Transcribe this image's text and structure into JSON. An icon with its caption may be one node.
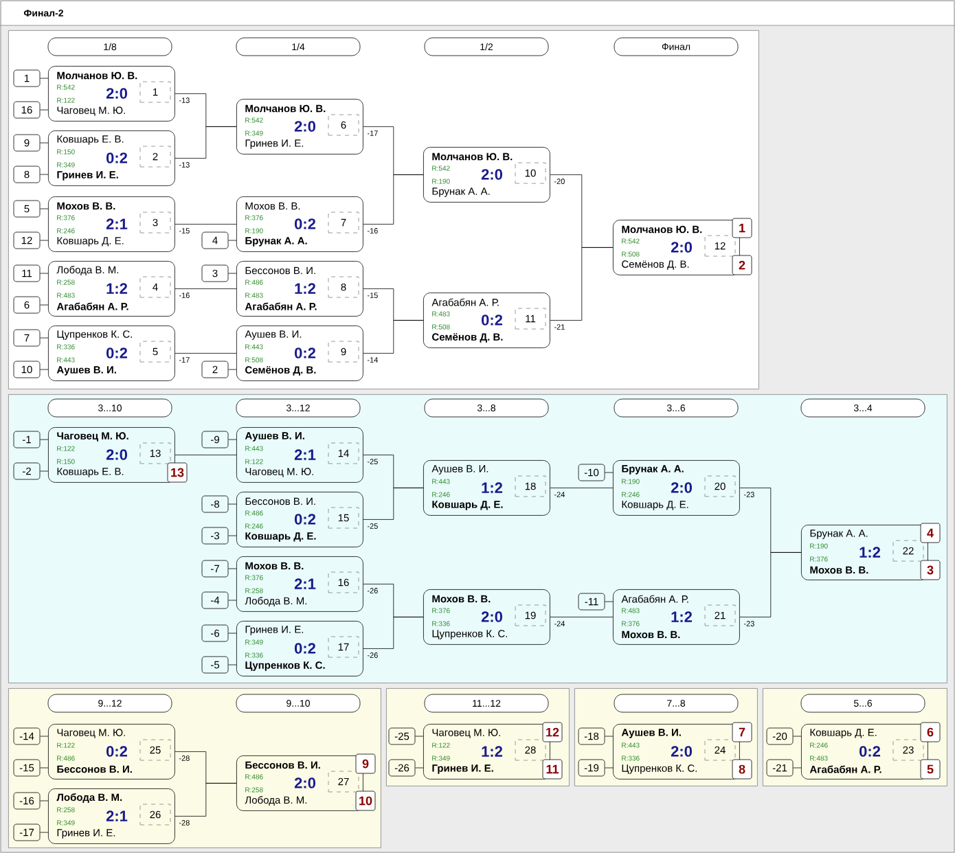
{
  "diagram": {
    "title": "Финал-2",
    "nodes": [
      {
        "text": [],
        "shape": "box"
      },
      {
        "text": [
          "1/8"
        ],
        "in": 0
      },
      {
        "text": [
          "1/4"
        ],
        "in": 0
      },
      {
        "text": [
          "1/2"
        ],
        "in": 0
      },
      {
        "text": [
          "Финал"
        ],
        "in": 0
      },
      {
        "text": [
          "1"
        ],
        "in": 0
      },
      {
        "text": [
          "16"
        ],
        "in": 0
      },
      {
        "text": [
          "Молчанов Ю. В.",
          "R:542",
          "2:0",
          "R:122",
          "Чаговец М. Ю."
        ],
        "in": 0,
        "beside": [
          "-13"
        ]
      },
      {
        "text": [
          "1"
        ],
        "in": 7
      },
      {
        "text": [
          "9"
        ],
        "in": 0
      },
      {
        "text": [
          "8"
        ],
        "in": 0
      },
      {
        "text": [
          "Ковшарь Е. В.",
          "R:150",
          "0:2",
          "R:349",
          "Гринев И. Е."
        ],
        "in": 0,
        "beside": [
          "-13"
        ]
      },
      {
        "text": [
          "2"
        ],
        "in": 11
      },
      {
        "text": [
          "5"
        ],
        "in": 0
      },
      {
        "text": [
          "12"
        ],
        "in": 0
      },
      {
        "text": [
          "Мохов В. В.",
          "R:376",
          "2:1",
          "R:246",
          "Ковшарь Д. Е."
        ],
        "in": 0,
        "beside": [
          "-15"
        ]
      },
      {
        "text": [
          "3"
        ],
        "in": 15
      },
      {
        "text": [
          "11"
        ],
        "in": 0
      },
      {
        "text": [
          "6"
        ],
        "in": 0
      },
      {
        "text": [
          "Лобода В. М.",
          "R:258",
          "1:2",
          "R:483",
          "Агабабян А. Р."
        ],
        "in": 0,
        "beside": [
          "-16"
        ]
      },
      {
        "text": [
          "4"
        ],
        "in": 19
      },
      {
        "text": [
          "7"
        ],
        "in": 0
      },
      {
        "text": [
          "10"
        ],
        "in": 0
      },
      {
        "text": [
          "Цупренков К. С.",
          "R:336",
          "0:2",
          "R:443",
          "Аушев В. И."
        ],
        "in": 0,
        "beside": [
          "-17"
        ]
      },
      {
        "text": [
          "5"
        ],
        "in": 23
      },
      {
        "text": [
          "Молчанов Ю. В.",
          "R:542",
          "2:0",
          "R:349",
          "Гринев И. Е."
        ],
        "in": 0,
        "beside": [
          "-17"
        ]
      },
      {
        "text": [
          "6"
        ],
        "in": 25
      },
      {
        "text": [
          "4"
        ],
        "in": 0
      },
      {
        "text": [
          "Мохов В. В.",
          "R:376",
          "0:2",
          "R:190",
          "Брунак А. А."
        ],
        "in": 0,
        "beside": [
          "-16"
        ]
      },
      {
        "text": [
          "7"
        ],
        "in": 28
      },
      {
        "text": [
          "3"
        ],
        "in": 0
      },
      {
        "text": [
          "Бессонов В. И.",
          "R:486",
          "1:2",
          "R:483",
          "Агабабян А. Р."
        ],
        "in": 0,
        "beside": [
          "-15"
        ]
      },
      {
        "text": [
          "8"
        ],
        "in": 31
      },
      {
        "text": [
          "2"
        ],
        "in": 0
      },
      {
        "text": [
          "Аушев В. И.",
          "R:443",
          "0:2",
          "R:508",
          "Семёнов Д. В."
        ],
        "in": 0,
        "beside": [
          "-14"
        ]
      },
      {
        "text": [
          "9"
        ],
        "in": 34
      },
      {
        "text": [
          "Молчанов Ю. В.",
          "R:542",
          "2:0",
          "R:190",
          "Брунак А. А."
        ],
        "in": 0,
        "beside": [
          "-20"
        ]
      },
      {
        "text": [
          "10"
        ],
        "in": 36
      },
      {
        "text": [
          "Агабабян А. Р.",
          "R:483",
          "0:2",
          "R:508",
          "Семёнов Д. В."
        ],
        "in": 0,
        "beside": [
          "-21"
        ]
      },
      {
        "text": [
          "11"
        ],
        "in": 38
      },
      {
        "text": [
          "Молчанов Ю. В.",
          "R:542",
          "2:0",
          "R:508",
          "Семёнов Д. В."
        ],
        "in": 0
      },
      {
        "text": [
          "12"
        ],
        "in": 40
      },
      {
        "text": [
          "1"
        ],
        "in": 0
      },
      {
        "text": [
          "2"
        ],
        "in": 0
      },
      {
        "text": [],
        "shape": "box"
      },
      {
        "text": [
          "3...10"
        ],
        "in": 44
      },
      {
        "text": [
          "3...12"
        ],
        "in": 44
      },
      {
        "text": [
          "3...8"
        ],
        "in": 44
      },
      {
        "text": [
          "3...6"
        ],
        "in": 44
      },
      {
        "text": [
          "3...4"
        ],
        "in": 44
      },
      {
        "text": [
          "-1"
        ],
        "in": 44
      },
      {
        "text": [
          "-2"
        ],
        "in": 44
      },
      {
        "text": [
          "Чаговец М. Ю.",
          "R:122",
          "2:0",
          "R:150",
          "Ковшарь Е. В."
        ],
        "in": 44
      },
      {
        "text": [
          "13"
        ],
        "in": 52
      },
      {
        "text": [
          "13"
        ],
        "in": 44
      },
      {
        "text": [
          "-9"
        ],
        "in": 44
      },
      {
        "text": [
          "Аушев В. И.",
          "R:443",
          "2:1",
          "R:122",
          "Чаговец М. Ю."
        ],
        "in": 44,
        "beside": [
          "-25"
        ]
      },
      {
        "text": [
          "14"
        ],
        "in": 56
      },
      {
        "text": [
          "-8"
        ],
        "in": 44
      },
      {
        "text": [
          "-3"
        ],
        "in": 44
      },
      {
        "text": [
          "Бессонов В. И.",
          "R:486",
          "0:2",
          "R:246",
          "Ковшарь Д. Е."
        ],
        "in": 44,
        "beside": [
          "-25"
        ]
      },
      {
        "text": [
          "15"
        ],
        "in": 60
      },
      {
        "text": [
          "-7"
        ],
        "in": 44
      },
      {
        "text": [
          "-4"
        ],
        "in": 44
      },
      {
        "text": [
          "Мохов В. В.",
          "R:376",
          "2:1",
          "R:258",
          "Лобода В. М."
        ],
        "in": 44,
        "beside": [
          "-26"
        ]
      },
      {
        "text": [
          "16"
        ],
        "in": 64
      },
      {
        "text": [
          "-6"
        ],
        "in": 44
      },
      {
        "text": [
          "-5"
        ],
        "in": 44
      },
      {
        "text": [
          "Гринев И. Е.",
          "R:349",
          "0:2",
          "R:336",
          "Цупренков К. С."
        ],
        "in": 44,
        "beside": [
          "-26"
        ]
      },
      {
        "text": [
          "17"
        ],
        "in": 68
      },
      {
        "text": [
          "Аушев В. И.",
          "R:443",
          "1:2",
          "R:246",
          "Ковшарь Д. Е."
        ],
        "in": 44,
        "beside": [
          "-24"
        ]
      },
      {
        "text": [
          "18"
        ],
        "in": 70
      },
      {
        "text": [
          "Мохов В. В.",
          "R:376",
          "2:0",
          "R:336",
          "Цупренков К. С."
        ],
        "in": 44,
        "beside": [
          "-24"
        ]
      },
      {
        "text": [
          "19"
        ],
        "in": 72
      },
      {
        "text": [
          "-10"
        ],
        "in": 44
      },
      {
        "text": [
          "Брунак А. А.",
          "R:190",
          "2:0",
          "R:246",
          "Ковшарь Д. Е."
        ],
        "in": 44,
        "beside": [
          "-23"
        ]
      },
      {
        "text": [
          "20"
        ],
        "in": 75
      },
      {
        "text": [
          "-11"
        ],
        "in": 44
      },
      {
        "text": [
          "Агабабян А. Р.",
          "R:483",
          "1:2",
          "R:376",
          "Мохов В. В."
        ],
        "in": 44,
        "beside": [
          "-23"
        ]
      },
      {
        "text": [
          "21"
        ],
        "in": 78
      },
      {
        "text": [
          "Брунак А. А.",
          "R:190",
          "1:2",
          "R:376",
          "Мохов В. В."
        ],
        "in": 44
      },
      {
        "text": [
          "22"
        ],
        "in": 80
      },
      {
        "text": [
          "4"
        ],
        "in": 44
      },
      {
        "text": [
          "3"
        ],
        "in": 44
      },
      {
        "text": [],
        "shape": "box"
      },
      {
        "text": [
          "9...12"
        ],
        "in": 84
      },
      {
        "text": [
          "9...10"
        ],
        "in": 84
      },
      {
        "text": [
          "-14"
        ],
        "in": 84
      },
      {
        "text": [
          "-15"
        ],
        "in": 84
      },
      {
        "text": [
          "Чаговец М. Ю.",
          "R:122",
          "0:2",
          "R:486",
          "Бессонов В. И."
        ],
        "in": 84,
        "beside": [
          "-28"
        ]
      },
      {
        "text": [
          "25"
        ],
        "in": 89
      },
      {
        "text": [
          "-16"
        ],
        "in": 84
      },
      {
        "text": [
          "-17"
        ],
        "in": 84
      },
      {
        "text": [
          "Лобода В. М.",
          "R:258",
          "2:1",
          "R:349",
          "Гринев И. Е."
        ],
        "in": 84,
        "beside": [
          "-28"
        ]
      },
      {
        "text": [
          "26"
        ],
        "in": 93
      },
      {
        "text": [
          "Бессонов В. И.",
          "R:486",
          "2:0",
          "R:258",
          "Лобода В. М."
        ],
        "in": 84
      },
      {
        "text": [
          "27"
        ],
        "in": 95
      },
      {
        "text": [
          "9"
        ],
        "in": 84
      },
      {
        "text": [
          "10"
        ],
        "in": 84
      },
      {
        "text": [],
        "shape": "box"
      },
      {
        "text": [
          "11...12"
        ],
        "in": 99
      },
      {
        "text": [
          "-25"
        ],
        "in": 99
      },
      {
        "text": [
          "-26"
        ],
        "in": 99
      },
      {
        "text": [
          "Чаговец М. Ю.",
          "R:122",
          "1:2",
          "R:349",
          "Гринев И. Е."
        ],
        "in": 99
      },
      {
        "text": [
          "28"
        ],
        "in": 103
      },
      {
        "text": [
          "12"
        ],
        "in": 99
      },
      {
        "text": [
          "11"
        ],
        "in": 99
      },
      {
        "text": [],
        "shape": "box"
      },
      {
        "text": [
          "7...8"
        ],
        "in": 107
      },
      {
        "text": [
          "-18"
        ],
        "in": 107
      },
      {
        "text": [
          "-19"
        ],
        "in": 107
      },
      {
        "text": [
          "Аушев В. И.",
          "R:443",
          "2:0",
          "R:336",
          "Цупренков К. С."
        ],
        "in": 107
      },
      {
        "text": [
          "24"
        ],
        "in": 111
      },
      {
        "text": [
          "7"
        ],
        "in": 107
      },
      {
        "text": [
          "8"
        ],
        "in": 107
      },
      {
        "text": [],
        "shape": "box"
      },
      {
        "text": [
          "5...6"
        ],
        "in": 115
      },
      {
        "text": [
          "-20"
        ],
        "in": 115
      },
      {
        "text": [
          "-21"
        ],
        "in": 115
      },
      {
        "text": [
          "Ковшарь Д. Е.",
          "R:246",
          "0:2",
          "R:483",
          "Агабабян А. Р."
        ],
        "in": 115
      },
      {
        "text": [
          "23"
        ],
        "in": 119
      },
      {
        "text": [
          "6"
        ],
        "in": 115
      },
      {
        "text": [
          "5"
        ],
        "in": 115
      }
    ],
    "edges": [
      {
        "from": 5,
        "to": 7,
        "arrow": "none"
      },
      {
        "from": 6,
        "to": 7,
        "arrow": "none"
      },
      {
        "from": 9,
        "to": 11,
        "arrow": "none"
      },
      {
        "from": 10,
        "to": 11,
        "arrow": "none"
      },
      {
        "from": 13,
        "to": 15,
        "arrow": "none"
      },
      {
        "from": 14,
        "to": 15,
        "arrow": "none"
      },
      {
        "from": 17,
        "to": 19,
        "arrow": "none"
      },
      {
        "from": 18,
        "to": 19,
        "arrow": "none"
      },
      {
        "from": 21,
        "to": 23,
        "arrow": "none"
      },
      {
        "from": 22,
        "to": 23,
        "arrow": "none"
      },
      {
        "from": 27,
        "to": 28,
        "arrow": "none"
      },
      {
        "from": 30,
        "to": 31,
        "arrow": "none"
      },
      {
        "from": 33,
        "to": 34,
        "arrow": "none"
      },
      {
        "from": 7,
        "to": 25,
        "arrow": "none"
      },
      {
        "from": 11,
        "to": 25,
        "arrow": "none"
      },
      {
        "from": 15,
        "to": 28,
        "arrow": "none"
      },
      {
        "from": 19,
        "to": 31,
        "arrow": "none"
      },
      {
        "from": 23,
        "to": 34,
        "arrow": "none"
      },
      {
        "from": 25,
        "to": 36,
        "arrow": "none"
      },
      {
        "from": 28,
        "to": 36,
        "arrow": "none"
      },
      {
        "from": 31,
        "to": 38,
        "arrow": "none"
      },
      {
        "from": 34,
        "to": 38,
        "arrow": "none"
      },
      {
        "from": 36,
        "to": 40,
        "arrow": "none"
      },
      {
        "from": 38,
        "to": 40,
        "arrow": "none"
      },
      {
        "from": 50,
        "to": 52,
        "arrow": "none"
      },
      {
        "from": 51,
        "to": 52,
        "arrow": "none"
      },
      {
        "from": 55,
        "to": 56,
        "arrow": "none"
      },
      {
        "from": 58,
        "to": 60,
        "arrow": "none"
      },
      {
        "from": 59,
        "to": 60,
        "arrow": "none"
      },
      {
        "from": 62,
        "to": 64,
        "arrow": "none"
      },
      {
        "from": 63,
        "to": 64,
        "arrow": "none"
      },
      {
        "from": 66,
        "to": 68,
        "arrow": "none"
      },
      {
        "from": 67,
        "to": 68,
        "arrow": "none"
      },
      {
        "from": 74,
        "to": 75,
        "arrow": "none"
      },
      {
        "from": 77,
        "to": 78,
        "arrow": "none"
      },
      {
        "from": 52,
        "to": 56,
        "arrow": "none"
      },
      {
        "from": 56,
        "to": 70,
        "arrow": "none"
      },
      {
        "from": 60,
        "to": 70,
        "arrow": "none"
      },
      {
        "from": 64,
        "to": 72,
        "arrow": "none"
      },
      {
        "from": 68,
        "to": 72,
        "arrow": "none"
      },
      {
        "from": 70,
        "to": 75,
        "arrow": "none"
      },
      {
        "from": 72,
        "to": 78,
        "arrow": "none"
      },
      {
        "from": 75,
        "to": 80,
        "arrow": "none"
      },
      {
        "from": 78,
        "to": 80,
        "arrow": "none"
      },
      {
        "from": 87,
        "to": 89,
        "arrow": "none"
      },
      {
        "from": 88,
        "to": 89,
        "arrow": "none"
      },
      {
        "from": 91,
        "to": 93,
        "arrow": "none"
      },
      {
        "from": 92,
        "to": 93,
        "arrow": "none"
      },
      {
        "from": 89,
        "to": 95,
        "arrow": "none"
      },
      {
        "from": 93,
        "to": 95,
        "arrow": "none"
      },
      {
        "from": 101,
        "to": 103,
        "arrow": "none"
      },
      {
        "from": 102,
        "to": 103,
        "arrow": "none"
      },
      {
        "from": 109,
        "to": 111,
        "arrow": "none"
      },
      {
        "from": 110,
        "to": 111,
        "arrow": "none"
      },
      {
        "from": 117,
        "to": 119,
        "arrow": "none"
      },
      {
        "from": 118,
        "to": 119,
        "arrow": "none"
      }
    ]
  }
}
